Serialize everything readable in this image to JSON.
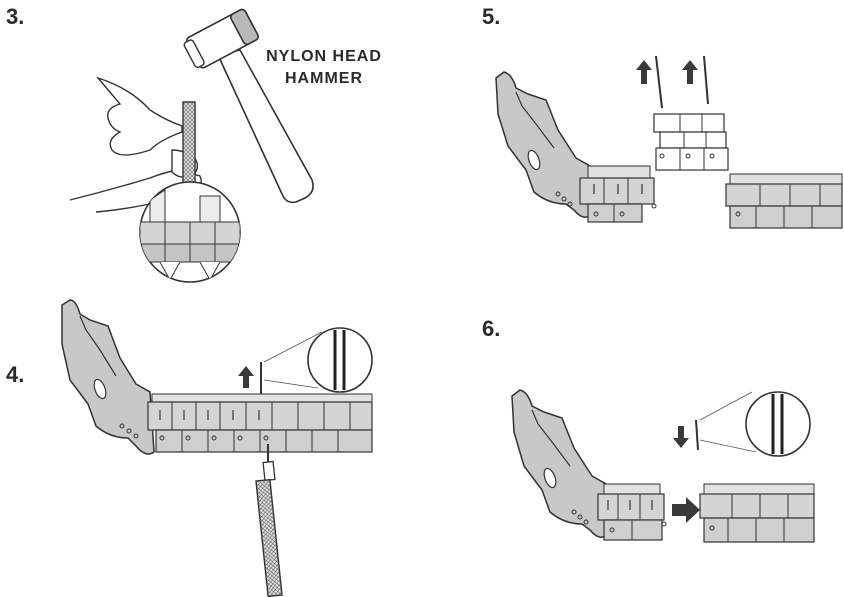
{
  "steps": [
    {
      "number": "3."
    },
    {
      "number": "4."
    },
    {
      "number": "5."
    },
    {
      "number": "6."
    }
  ],
  "tool_label": {
    "line1": "NYLON HEAD",
    "line2": "HAMMER"
  },
  "icons": [
    "hammer-icon",
    "hand-icon",
    "pin-punch-icon",
    "watch-case-icon",
    "bracelet-links-icon",
    "pin-icon",
    "arrow-up-icon",
    "arrow-down-icon",
    "arrow-right-icon",
    "magnifier-callout-icon"
  ],
  "colors": {
    "stroke": "#333333",
    "link_fill": "#d4d4d4",
    "case_fill": "#bdbdbd",
    "arrow": "#3a3a3a",
    "text": "#2a2a2a"
  }
}
